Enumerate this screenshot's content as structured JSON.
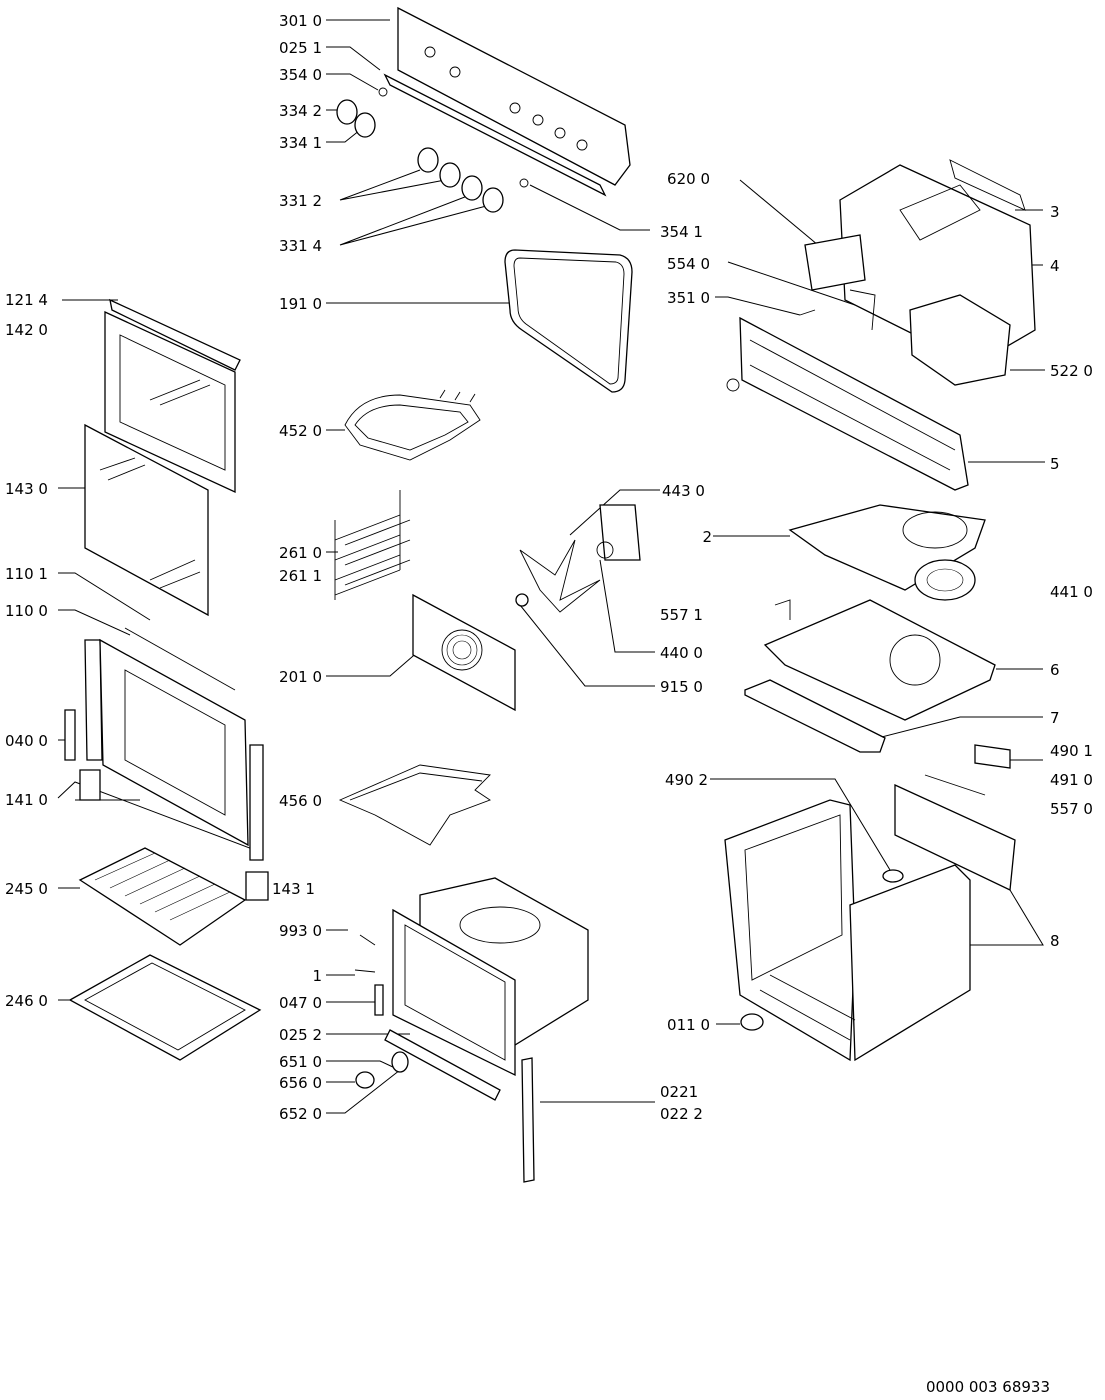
{
  "labels": {
    "l3010": "301 0",
    "l0251": "025 1",
    "l3540": "354 0",
    "l3342": "334 2",
    "l3341": "334 1",
    "l3312": "331 2",
    "l3314": "331 4",
    "l3541": "354 1",
    "l6200": "620 0",
    "l5540": "554 0",
    "l3510": "351 0",
    "l3": "3",
    "l4": "4",
    "l5220": "522 0",
    "l5": "5",
    "l1214": "121 4",
    "l1420": "142 0",
    "l1910": "191 0",
    "l4520": "452 0",
    "l1430": "143 0",
    "l2610": "261 0",
    "l2611": "261 1",
    "l4430": "443 0",
    "l2": "2",
    "l4410": "441 0",
    "l1101": "110 1",
    "l1100": "110 0",
    "l5571": "557 1",
    "l4400": "440 0",
    "l9150": "915 0",
    "l2010": "201 0",
    "l6": "6",
    "l7": "7",
    "l0400": "040 0",
    "l1410": "141 0",
    "l4560": "456 0",
    "l4902": "490 2",
    "l4901": "490 1",
    "l4910": "491 0",
    "l5570": "557 0",
    "l2450": "245 0",
    "l1431": "143 1",
    "l9930": "993 0",
    "l8": "8",
    "l1": "1",
    "l0470": "047 0",
    "l2460": "246 0",
    "l0252": "025 2",
    "l0110": "011 0",
    "l6510": "651 0",
    "l6560": "656 0",
    "l6520": "652 0",
    "l0221": "0221",
    "l0222": "022 2"
  },
  "doc_number": "0000 003 68933"
}
